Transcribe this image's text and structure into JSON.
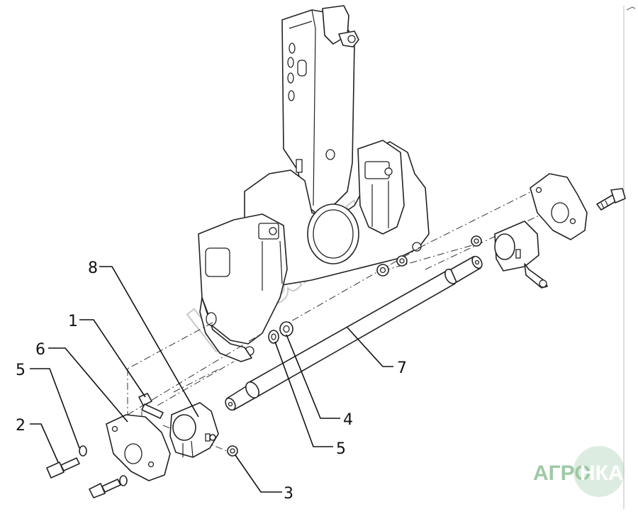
{
  "callouts": {
    "c1": "1",
    "c2": "2",
    "c3": "3",
    "c4": "4",
    "c5a": "5",
    "c5b": "5",
    "c6": "6",
    "c7": "7",
    "c8": "8"
  },
  "watermark": "hkа.by",
  "logo": {
    "left": "АГРО",
    "right": "НКА",
    "color": "#9ec9a5"
  }
}
